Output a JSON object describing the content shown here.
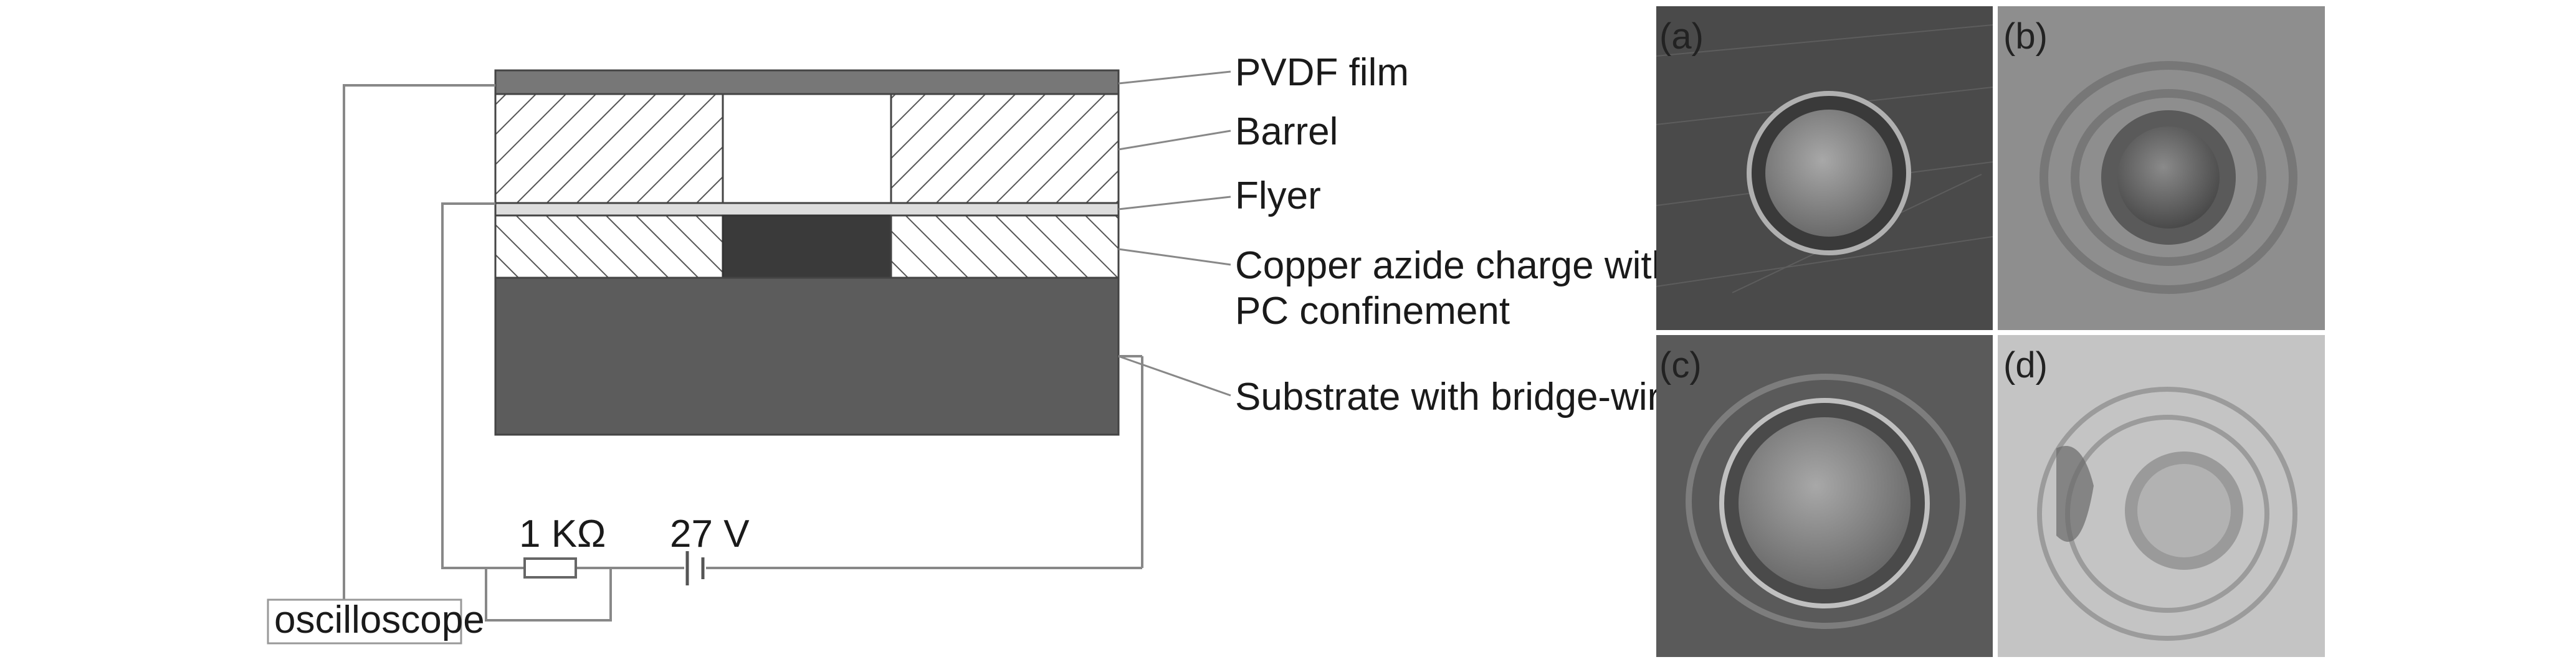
{
  "schematic": {
    "labels": {
      "pvdf_film": "PVDF film",
      "barrel": "Barrel",
      "flyer": "Flyer",
      "charge_line1": "Copper azide charge with",
      "charge_line2": "PC confinement",
      "substrate": "Substrate with bridge-wire"
    },
    "circuit": {
      "resistor": "1 KΩ",
      "voltage": "27 V",
      "oscilloscope": "oscilloscope"
    }
  },
  "photos": {
    "a": "(a)",
    "b": "(b)",
    "c": "(c)",
    "d": "(d)"
  },
  "colors": {
    "pvdf": "#777777",
    "substrate": "#5c5c5c",
    "charge_core": "#3a3a3a",
    "flyer": "#dddddd",
    "hatch": "#555555"
  }
}
